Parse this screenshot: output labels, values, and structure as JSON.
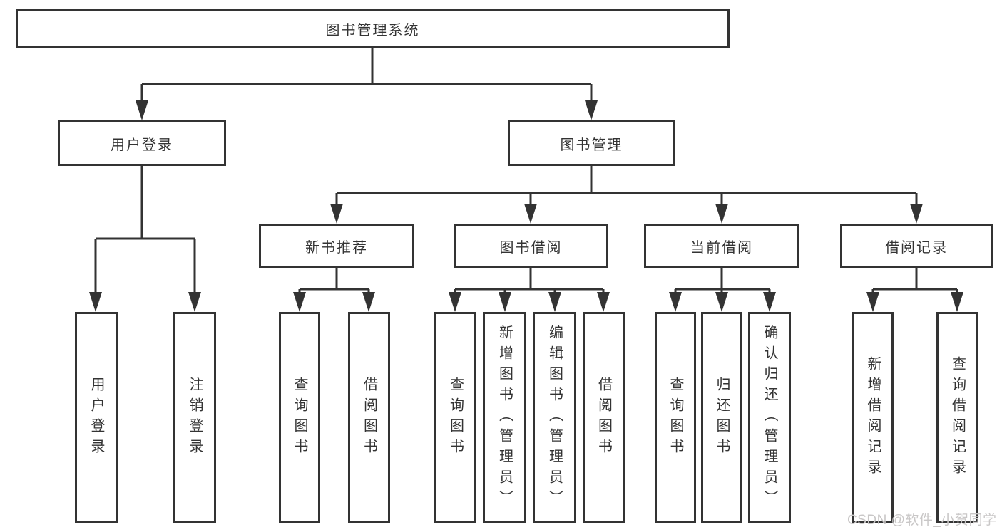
{
  "diagram": {
    "root": {
      "label": "图书管理系统"
    },
    "level2": {
      "user_login": {
        "label": "用户登录"
      },
      "book_mgmt": {
        "label": "图书管理"
      }
    },
    "level3": {
      "new_books": {
        "label": "新书推荐"
      },
      "book_borrow": {
        "label": "图书借阅"
      },
      "current_borrow": {
        "label": "当前借阅"
      },
      "borrow_records": {
        "label": "借阅记录"
      }
    },
    "leaves": {
      "user_login": [
        "用户登录",
        "注销登录"
      ],
      "new_books": [
        "查询图书",
        "借阅图书"
      ],
      "book_borrow": [
        "查询图书",
        "新增图书（管理员）",
        "编辑图书（管理员）",
        "借阅图书"
      ],
      "current_borrow": [
        "查询图书",
        "归还图书",
        "确认归还（管理员）"
      ],
      "borrow_records": [
        "新增借阅记录",
        "查询借阅记录"
      ]
    }
  },
  "watermark": {
    "text": "CSDN @软件_小贺同学",
    "color": "#c9c7c7"
  },
  "colors": {
    "background": "#ffffff",
    "line": "#333333",
    "box_border": "#333333",
    "text": "#333333"
  }
}
